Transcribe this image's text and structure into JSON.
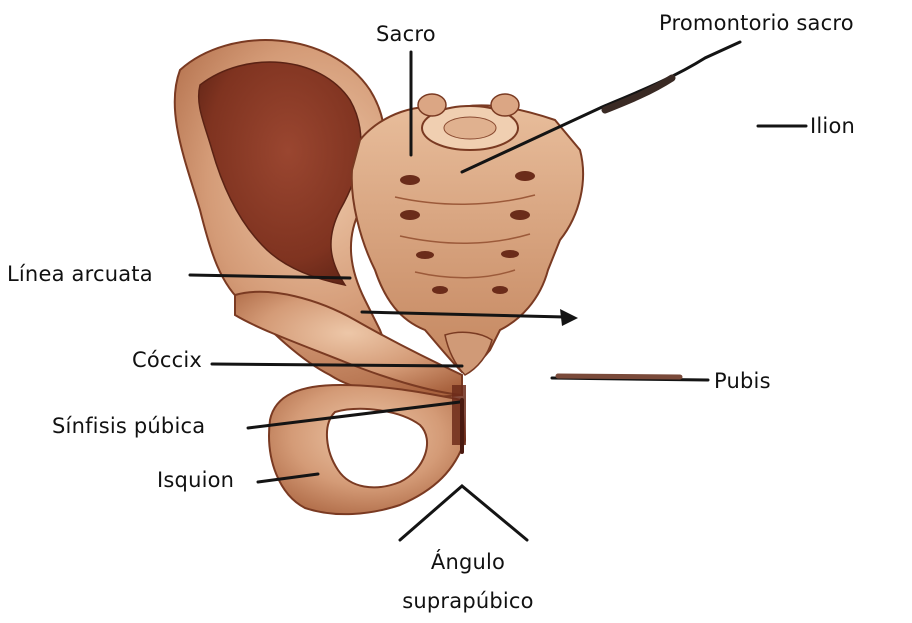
{
  "figure": {
    "labels": {
      "sacro": "Sacro",
      "promontorio": "Promontorio sacro",
      "ilion": "Ilion",
      "linea_arcuata": "Línea arcuata",
      "coccix": "Cóccix",
      "pubis": "Pubis",
      "sinfisis": "Sínfisis púbica",
      "isquion": "Isquion",
      "angulo_line1": "Ángulo",
      "angulo_line2": "suprapúbico"
    },
    "colors": {
      "ilium_fossa": "#8a3a25",
      "bone_light": "#e2b493",
      "bone_mid": "#c98b66",
      "bone_shadow": "#a2603f",
      "bone_outline": "#7a3a22",
      "leader": "#141414"
    }
  }
}
